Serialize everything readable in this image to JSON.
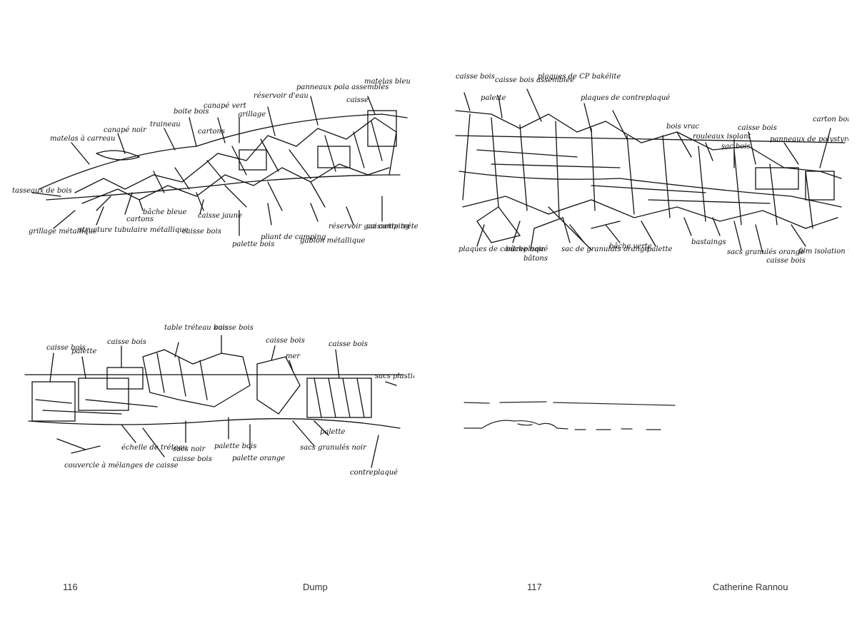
{
  "footer": {
    "left_page_number": "116",
    "left_title": "Dump",
    "right_page_number": "117",
    "right_author": "Catherine Rannou"
  },
  "sketches": {
    "top_left": {
      "labels": [
        "matelas à carreau",
        "canapé noir",
        "traineau",
        "boite bois",
        "canapé vert",
        "cartons",
        "grillage",
        "réservoir d'eau",
        "panneaux pola assemblés",
        "matelas bleu",
        "caisse",
        "tasseaux de bois",
        "grillage métallique",
        "structure tubulaire métallique",
        "cartons",
        "bâche bleue",
        "caisse jaune",
        "caisse bois",
        "palette bois",
        "pliant de camping",
        "gabion métallique",
        "réservoir gaz camping",
        "caissette tréteau bois"
      ]
    },
    "top_right": {
      "labels": [
        "caisse bois",
        "caisse bois assemblée",
        "palette",
        "plaques de CP bakélite",
        "plaques de contreplaqué",
        "bois vrac",
        "rouleaux isolant",
        "sac bois",
        "caisse bois",
        "panneaux de polystyrène",
        "carton bois",
        "plaques de contreplaqué",
        "bâche noir",
        "bâtons",
        "sac de granulats orange",
        "bâche verte",
        "palette",
        "bastaings",
        "sacs granulés orange",
        "caisse bois",
        "film isolation vert"
      ]
    },
    "bottom_left": {
      "labels": [
        "caisse bois",
        "palette",
        "caisse bois",
        "table tréteau bois",
        "caisse bois",
        "caisse bois",
        "mer",
        "caisse bois",
        "sacs plastique",
        "échelle de tréteau",
        "couvercle à mélanges de caisse",
        "sacs noir",
        "caisse bois",
        "palette bois",
        "palette orange",
        "palette",
        "sacs granulés noir",
        "contreplaqué"
      ]
    }
  }
}
